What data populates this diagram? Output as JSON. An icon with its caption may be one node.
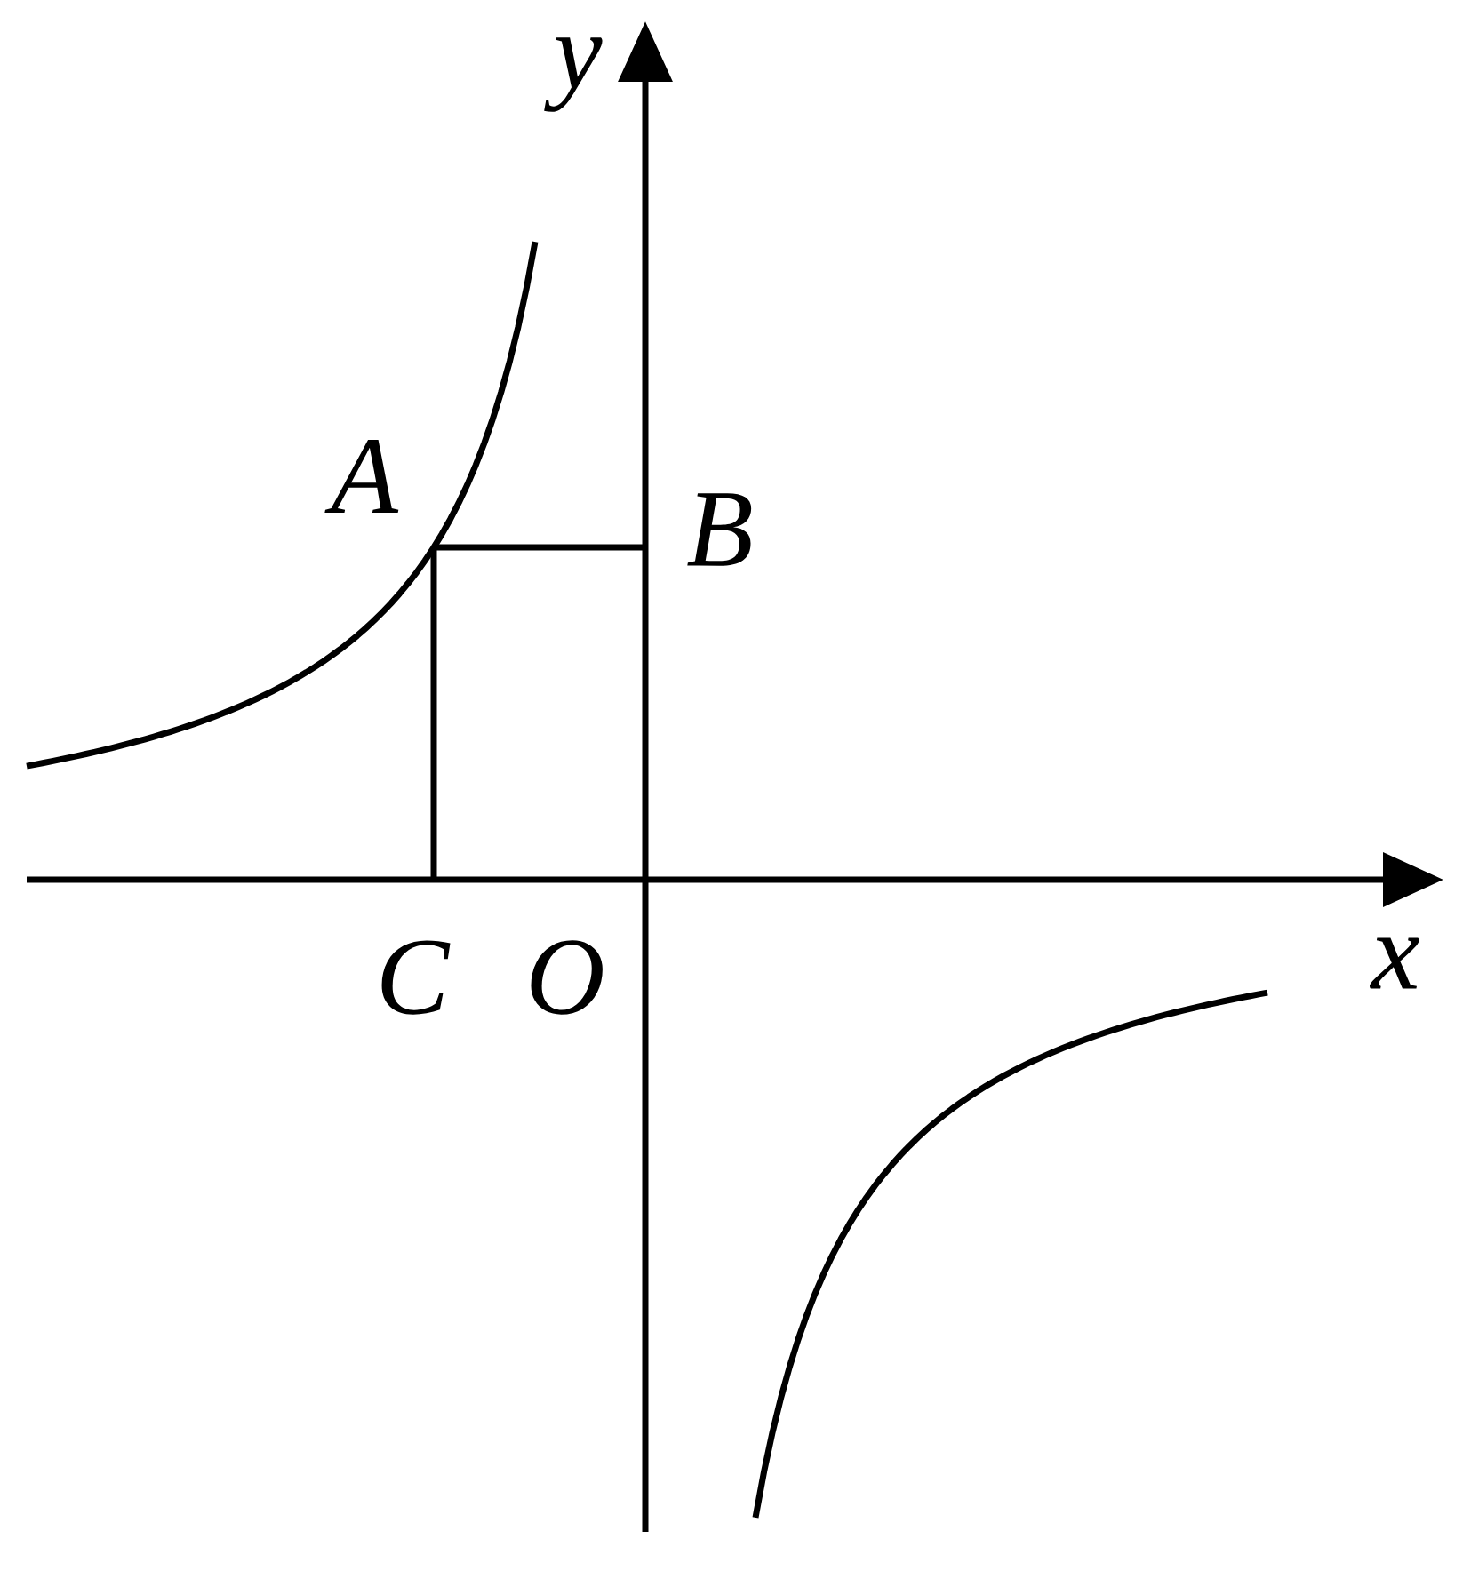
{
  "diagram": {
    "labels": [
      "y",
      "A",
      "B",
      "x",
      "C",
      "O"
    ]
  }
}
